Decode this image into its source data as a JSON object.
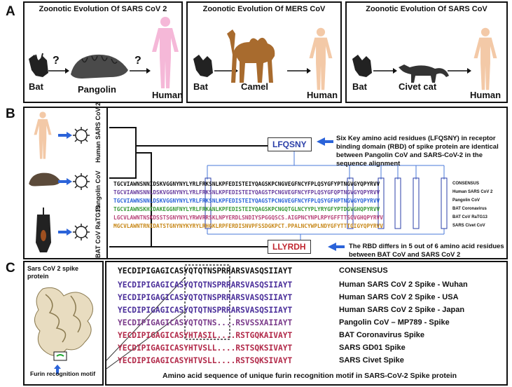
{
  "panel_a": {
    "label": "A",
    "boxes": [
      {
        "title": "Zoonotic Evolution Of SARS CoV 2",
        "host1": "Bat",
        "q1": "?",
        "host2": "Pangolin",
        "q2": "?",
        "host3": "Human"
      },
      {
        "title": "Zoonotic Evolution Of MERS CoV",
        "host1": "Bat",
        "host2": "Camel",
        "host3": "Human"
      },
      {
        "title": "Zoonotic Evolution Of SARS CoV",
        "host1": "Bat",
        "host2": "Civet cat",
        "host3": "Human"
      }
    ]
  },
  "panel_b": {
    "label": "B",
    "tree_labels": [
      "Human SARS CoV 2",
      "Pangolin CoV",
      "BAT CoV RaTG13"
    ],
    "motif_top": "LFQSNY",
    "motif_bottom": "LLYRDH",
    "note_top": "Six Key amino acid residues (LFQSNY) in receptor binding domain (RBD) of spike protein are identical between Pangolin CoV and SARS-CoV-2 in the sequence alignment",
    "note_bottom": "The RBD differs in 5 out of 6 amino acid residues between BAT CoV and SARS CoV 2",
    "alignment": [
      {
        "seq": "TGCVIAWNSNNIDSKVGGNYNYLYRLFRKSNLKPFEDISTEIYQAGSKPCNGVEGFNCYFPLQSYGFYPTNGVGYQPYRVV",
        "name": "CONSENSUS"
      },
      {
        "seq": "TGCVIAWNSNNLDSKVGGNYNYLYRLFRKSNLKPFEDISTEIYQAGSTPCNGVEGFNCYFPLQSYGFQPTNGVGYQPYRVV",
        "name": "Human SARS CoV 2"
      },
      {
        "seq": "TGCVIAWNSNNLDSKVGGNYNYLYRLFRKSNLKPFEDISTEIYQAGSTPCNGVEGFNCYFPLQSYGFHPTNGVGYQPYRVV",
        "name": "Pangolin CoV"
      },
      {
        "seq": "TGCVIAWNSKHIDAKEGGNFNYLYRLFRKANLKPFEDISTEIYQAGSKPCNGQTGLNCYYPLYRYGFYPTDGVGHQPYRVV",
        "name": "BAT Coronavirus"
      },
      {
        "seq": "LGCVLAWNTNSKDSSTSGNYNYLYRWVRRSKLNPYERDLSNDIYSPGGQSCS.AIGPNCYNPLRPYGFFTTSGVGHQPYRVV",
        "name": "BAT CoV RaTG13"
      },
      {
        "seq": "MGCVLAWNTRNIDATSTGNYNYKYRYLRHGKLRPFERDISNVPFSSDGKPCT.PPALNCYWPLNDYGFYTTTGIGYQPYRVV",
        "name": "SARS Civet CoV"
      }
    ]
  },
  "panel_c": {
    "label": "C",
    "protein_label": "Sars CoV 2 spike protein",
    "motif_label": "Furin recognition motif",
    "caption": "Amino acid sequence of unique furin recognition motif in SARS-CoV-2 Spike protein",
    "alignment": [
      {
        "seq": "YECDIPIGAGICASYQTQTNSPRRARSVASQSIIAYT",
        "name": "CONSENSUS"
      },
      {
        "seq": "YECDIPIGAGICASYQTQTNSPRRARSVASQSIIAYT",
        "name": "Human SARS CoV 2 Spike - Wuhan"
      },
      {
        "seq": "YECDIPIGAGICASYQTQTNSPRRARSVASQSIIAYT",
        "name": "Human SARS CoV 2 Spike - USA"
      },
      {
        "seq": "YECDIPIGAGICASYQTQTNSPRRARSVASQSIIAYT",
        "name": "Human SARS CoV 2 Spike - Japan"
      },
      {
        "seq": "YECDIPIGAGICASYQTQTNS....RSVSSXAIIAYT",
        "name": "Pangolin CoV – MP789 - Spike"
      },
      {
        "seq": "YECDIPIGAGICASYHTASIL....RSTGQKAIVAYT",
        "name": "BAT Coronavirus Spike"
      },
      {
        "seq": "YECDIPIGAGICASYHTVSLL....RSTSQKSIVAYT",
        "name": "SARS GD01 Spike"
      },
      {
        "seq": "YECDIPIGAGICASYHTVSLL....RSTSQKSIVAYT",
        "name": "SARS Civet Spike"
      }
    ]
  }
}
